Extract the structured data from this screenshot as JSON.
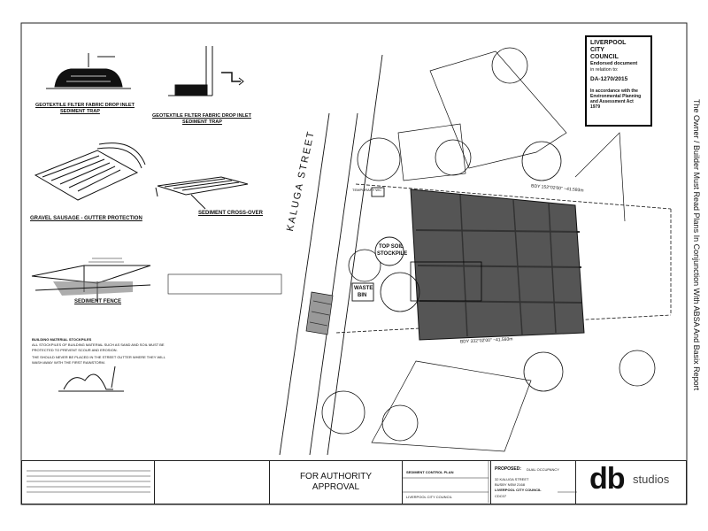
{
  "stamp": {
    "council_line1": "LIVERPOOL",
    "council_line2": "CITY",
    "council_line3": "COUNCIL",
    "endorsed": "Endorsed document",
    "relation": "in relation to:",
    "da_number": "DA-1270/2015",
    "accordance_1": "In accordance with the",
    "accordance_2": "Environmental Planning",
    "accordance_3": "and Assessment Act",
    "accordance_4": "1979"
  },
  "side_note": "The Owner / Builder Must Read Plans In Conjunction With ABSA And Basix Report",
  "details": {
    "drop_inlet_1": "GEOTEXTILE FILTER FABRIC DROP INLET",
    "drop_inlet_1b": "SEDIMENT TRAP",
    "drop_inlet_2": "GEOTEXTILE FILTER FABRIC DROP INLET",
    "drop_inlet_2b": "SEDIMENT TRAP",
    "gravel_sausage": "GRAVEL SAUSAGE - GUTTER PROTECTION",
    "sediment_crossover": "SEDIMENT CROSS-OVER",
    "sediment_fence": "SEDIMENT FENCE",
    "stockpile_title": "BUILDING MATERIAL STOCKPILES",
    "stockpile_text_1": "ALL STOCKPILES OF BUILDING MATERIAL SUCH AS SAND AND SOIL MUST BE",
    "stockpile_text_2": "PROTECTED TO PREVENT SCOUR AND EROSION.",
    "stockpile_text_3": "THE SHOULD NEVER BE PLACED IN THE STREET GUTTER WHERE THEY WILL",
    "stockpile_text_4": "WASH AWAY WITH THE FIRST RAINSTORM."
  },
  "plan": {
    "street": "KALUGA STREET",
    "top_soil": "TOP SOIL",
    "stockpile": "STOCKPILE",
    "waste": "WASTE",
    "bin": "BIN",
    "temporary_wc": "TEMPORARY WC",
    "boundary_bottom": "BDY 332°02'00\" ~41.593m",
    "boundary_top": "BDY 152°02'00\" ~41.593m"
  },
  "title_block": {
    "approval_line1": "FOR AUTHORITY",
    "approval_line2": "APPROVAL",
    "drawing_title": "SEDIMENT CONTROL PLAN",
    "council": "LIVERPOOL CITY COUNCIL",
    "proposed_label": "PROPOSED:",
    "proposed_value": "DUAL OCCUPANCY",
    "address_1": "32 KALUGA STREET",
    "address_2": "BUSBY NSW 2168",
    "address_3": "LIVERPOOL CITY COUNCIL",
    "job": "CDC07",
    "brand": "db",
    "brand_sub": "studios"
  }
}
